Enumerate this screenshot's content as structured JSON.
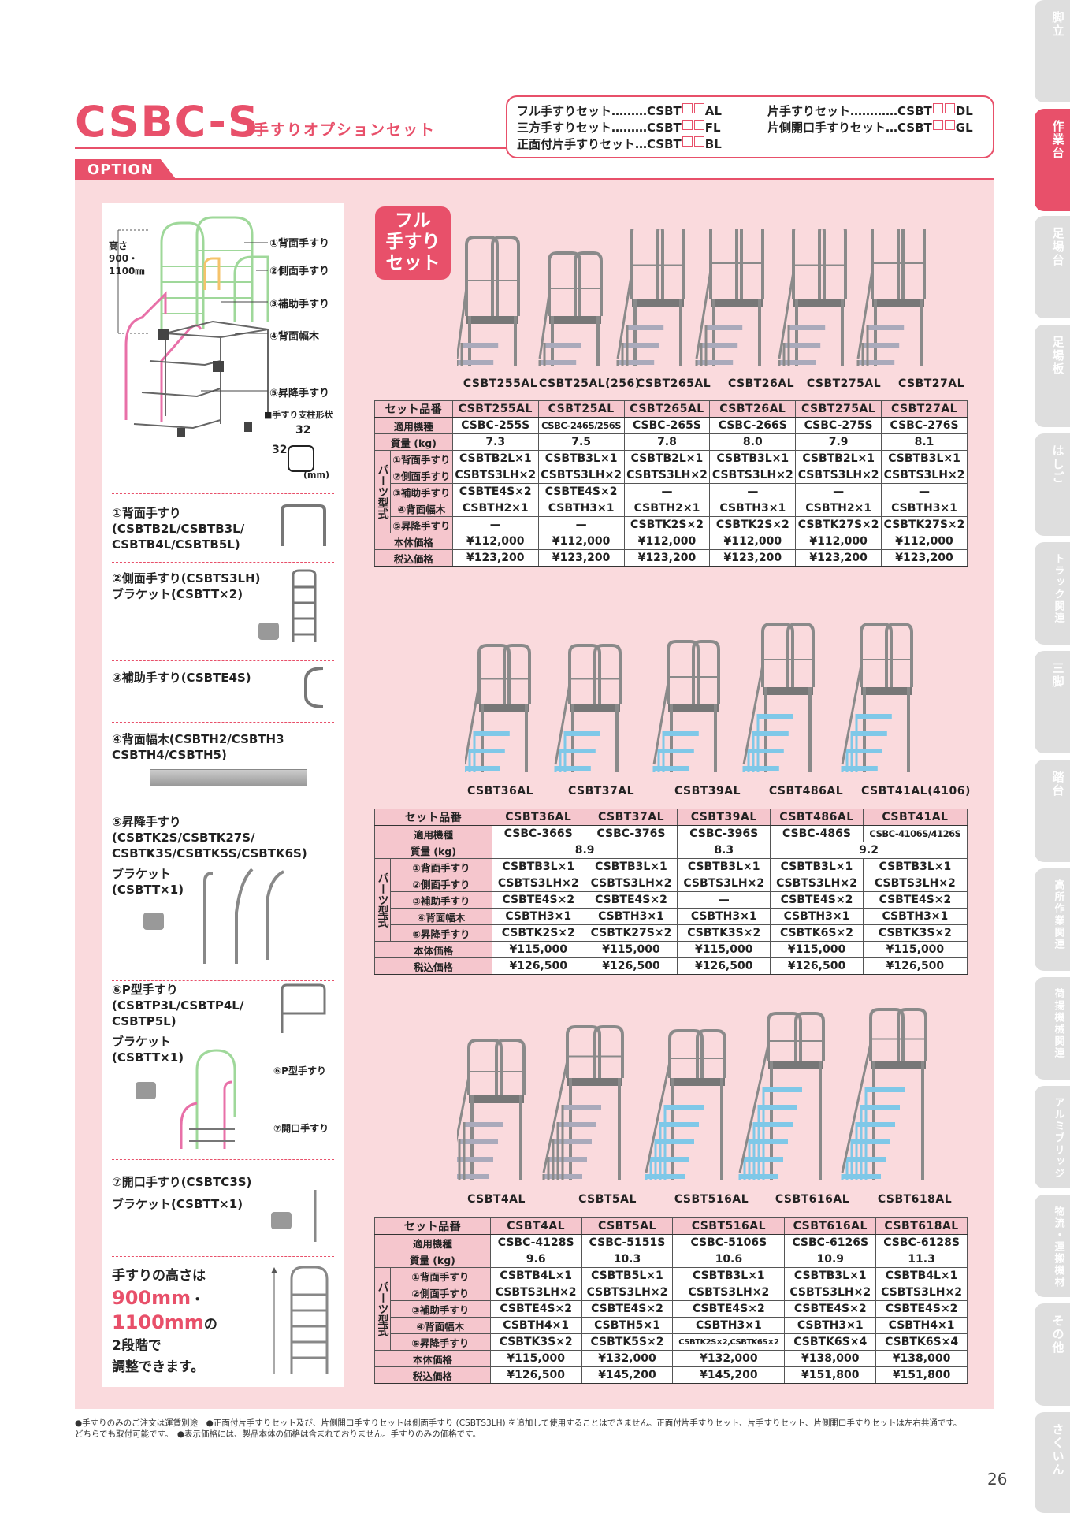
{
  "header": {
    "title": "CSBC-S",
    "subtitle": "手すりオプションセット",
    "option_tab": "OPTION"
  },
  "code_box": {
    "left": [
      {
        "label": "フル手すりセット",
        "dots": "………",
        "prefix": "CSBT",
        "suffix": "AL"
      },
      {
        "label": "三方手すりセット",
        "dots": "………",
        "prefix": "CSBT",
        "suffix": "FL"
      },
      {
        "label": "正面付片手すりセット",
        "dots": "…",
        "prefix": "CSBT",
        "suffix": "BL"
      }
    ],
    "right": [
      {
        "label": "片手すりセット",
        "dots": "…………",
        "prefix": "CSBT",
        "suffix": "DL"
      },
      {
        "label": "片側開口手すりセット",
        "dots": "…",
        "prefix": "CSBT",
        "suffix": "GL"
      }
    ]
  },
  "diagram": {
    "height_label": "高さ\n900・\n1100㎜",
    "callouts": [
      "①背面手すり",
      "②側面手すり",
      "③補助手すり",
      "④背面幅木",
      "⑤昇降手すり"
    ],
    "post_shape_title": "■手すり支柱形状",
    "post_w": "32",
    "post_h": "32",
    "post_unit": "(mm)"
  },
  "left_sections": [
    {
      "lines": [
        "①背面手すり",
        "(CSBTB2L/CSBTB3L/",
        " CSBTB4L/CSBTB5L)"
      ]
    },
    {
      "lines": [
        "②側面手すり(CSBTS3LH)",
        " ブラケット(CSBTT×2)"
      ]
    },
    {
      "lines": [
        "③補助手すり(CSBTE4S)"
      ]
    },
    {
      "lines": [
        "④背面幅木(CSBTH2/CSBTH3",
        " CSBTH4/CSBTH5)"
      ]
    },
    {
      "lines": [
        "⑤昇降手すり",
        "(CSBTK2S/CSBTK27S/",
        " CSBTK3S/CSBTK5S/CSBTK6S)"
      ],
      "bracket": [
        "ブラケット",
        "(CSBTT×1)"
      ]
    },
    {
      "lines": [
        "⑥P型手すり",
        "(CSBTP3L/CSBTP4L/",
        " CSBTP5L)"
      ],
      "bracket": [
        "ブラケット",
        "(CSBTT×1)"
      ],
      "callouts": [
        "⑥P型手すり",
        "⑦開口手すり"
      ]
    },
    {
      "lines": [
        "⑦開口手すり(CSBTC3S)"
      ],
      "bracket": [
        "ブラケット(CSBTT×1)"
      ]
    }
  ],
  "height_note": {
    "l1": "手すりの高さは",
    "l2a": "900mm",
    "l2b": "・",
    "l3a": "1100mm",
    "l3b": "の",
    "l4": "2段階で",
    "l5": "調整できます。"
  },
  "badge": "フル\n手すり\nセット",
  "row_labels": {
    "set": "セット品番",
    "model": "適用機種",
    "weight": "質量 (kg)",
    "parts_group": "パーツ型式",
    "p1": "①背面手すり",
    "p2": "②側面手すり",
    "p3": "③補助手すり",
    "p4": "④背面幅木",
    "p5": "⑤昇降手すり",
    "price": "本体価格",
    "tax": "税込価格"
  },
  "table1": {
    "captions": [
      "CSBT255AL",
      "CSBT25AL(256)",
      "CSBT265AL",
      "CSBT26AL",
      "CSBT275AL",
      "CSBT27AL"
    ],
    "set": [
      "CSBT255AL",
      "CSBT25AL",
      "CSBT265AL",
      "CSBT26AL",
      "CSBT275AL",
      "CSBT27AL"
    ],
    "model": [
      "CSBC-255S",
      "CSBC-246S/256S",
      "CSBC-265S",
      "CSBC-266S",
      "CSBC-275S",
      "CSBC-276S"
    ],
    "weight": [
      "7.3",
      "7.5",
      "7.8",
      "8.0",
      "7.9",
      "8.1"
    ],
    "p1": [
      "CSBTB2L×1",
      "CSBTB3L×1",
      "CSBTB2L×1",
      "CSBTB3L×1",
      "CSBTB2L×1",
      "CSBTB3L×1"
    ],
    "p2": [
      "CSBTS3LH×2",
      "CSBTS3LH×2",
      "CSBTS3LH×2",
      "CSBTS3LH×2",
      "CSBTS3LH×2",
      "CSBTS3LH×2"
    ],
    "p3": [
      "CSBTE4S×2",
      "CSBTE4S×2",
      "—",
      "—",
      "—",
      "—"
    ],
    "p4": [
      "CSBTH2×1",
      "CSBTH3×1",
      "CSBTH2×1",
      "CSBTH3×1",
      "CSBTH2×1",
      "CSBTH3×1"
    ],
    "p5": [
      "—",
      "—",
      "CSBTK2S×2",
      "CSBTK2S×2",
      "CSBTK27S×2",
      "CSBTK27S×2"
    ],
    "price": [
      "¥112,000",
      "¥112,000",
      "¥112,000",
      "¥112,000",
      "¥112,000",
      "¥112,000"
    ],
    "tax": [
      "¥123,200",
      "¥123,200",
      "¥123,200",
      "¥123,200",
      "¥123,200",
      "¥123,200"
    ]
  },
  "table2": {
    "captions": [
      "CSBT36AL",
      "CSBT37AL",
      "CSBT39AL",
      "CSBT486AL",
      "CSBT41AL(4106)"
    ],
    "set": [
      "CSBT36AL",
      "CSBT37AL",
      "CSBT39AL",
      "CSBT486AL",
      "CSBT41AL"
    ],
    "model": [
      "CSBC-366S",
      "CSBC-376S",
      "CSBC-396S",
      "CSBC-486S",
      "CSBC-4106S/4126S"
    ],
    "weight_a": "8.9",
    "weight_b": "8.3",
    "weight_c": "9.2",
    "p1": [
      "CSBTB3L×1",
      "CSBTB3L×1",
      "CSBTB3L×1",
      "CSBTB3L×1",
      "CSBTB3L×1"
    ],
    "p2": [
      "CSBTS3LH×2",
      "CSBTS3LH×2",
      "CSBTS3LH×2",
      "CSBTS3LH×2",
      "CSBTS3LH×2"
    ],
    "p3": [
      "CSBTE4S×2",
      "CSBTE4S×2",
      "—",
      "CSBTE4S×2",
      "CSBTE4S×2"
    ],
    "p4": [
      "CSBTH3×1",
      "CSBTH3×1",
      "CSBTH3×1",
      "CSBTH3×1",
      "CSBTH3×1"
    ],
    "p5": [
      "CSBTK2S×2",
      "CSBTK27S×2",
      "CSBTK3S×2",
      "CSBTK6S×2",
      "CSBTK3S×2"
    ],
    "price": [
      "¥115,000",
      "¥115,000",
      "¥115,000",
      "¥115,000",
      "¥115,000"
    ],
    "tax": [
      "¥126,500",
      "¥126,500",
      "¥126,500",
      "¥126,500",
      "¥126,500"
    ]
  },
  "table3": {
    "captions": [
      "CSBT4AL",
      "CSBT5AL",
      "CSBT516AL",
      "CSBT616AL",
      "CSBT618AL"
    ],
    "set": [
      "CSBT4AL",
      "CSBT5AL",
      "CSBT516AL",
      "CSBT616AL",
      "CSBT618AL"
    ],
    "model": [
      "CSBC-4128S",
      "CSBC-5151S",
      "CSBC-5106S",
      "CSBC-6126S",
      "CSBC-6128S"
    ],
    "weight": [
      "9.6",
      "10.3",
      "10.6",
      "10.9",
      "11.3"
    ],
    "p1": [
      "CSBTB4L×1",
      "CSBTB5L×1",
      "CSBTB3L×1",
      "CSBTB3L×1",
      "CSBTB4L×1"
    ],
    "p2": [
      "CSBTS3LH×2",
      "CSBTS3LH×2",
      "CSBTS3LH×2",
      "CSBTS3LH×2",
      "CSBTS3LH×2"
    ],
    "p3": [
      "CSBTE4S×2",
      "CSBTE4S×2",
      "CSBTE4S×2",
      "CSBTE4S×2",
      "CSBTE4S×2"
    ],
    "p4": [
      "CSBTH4×1",
      "CSBTH5×1",
      "CSBTH3×1",
      "CSBTH3×1",
      "CSBTH4×1"
    ],
    "p5": [
      "CSBTK3S×2",
      "CSBTK5S×2",
      "CSBTK2S×2,CSBTK6S×2",
      "CSBTK6S×4",
      "CSBTK6S×4"
    ],
    "price": [
      "¥115,000",
      "¥132,000",
      "¥132,000",
      "¥138,000",
      "¥138,000"
    ],
    "tax": [
      "¥126,500",
      "¥145,200",
      "¥145,200",
      "¥151,800",
      "¥151,800"
    ]
  },
  "footnote": {
    "l1": "●手すりのみのご注文は運賃別途　●正面付片手すりセット及び、片側開口手すりセットは側面手すり (CSBTS3LH) を追加して使用することはできません。正面付片手すりセット、片手すりセット、片側開口手すりセットは左右共通です。",
    "l2": "どちらでも取付可能です。　●表示価格には、製品本体の価格は含まれておりません。手すりのみの価格です。"
  },
  "page_number": "26",
  "side_tabs": [
    "脚立",
    "作業台",
    "足場台",
    "足場板",
    "はしご",
    "トラック関連",
    "三脚",
    "踏台",
    "高所作業関連",
    "荷揚機械関連",
    "アルミブリッジ",
    "物流・運搬機材",
    "その他",
    "さくいん"
  ],
  "colors": {
    "accent": "#e8506a",
    "panel": "#fadadd",
    "header_cell": "#f5c6cd",
    "tab_inactive": "#dedede"
  }
}
